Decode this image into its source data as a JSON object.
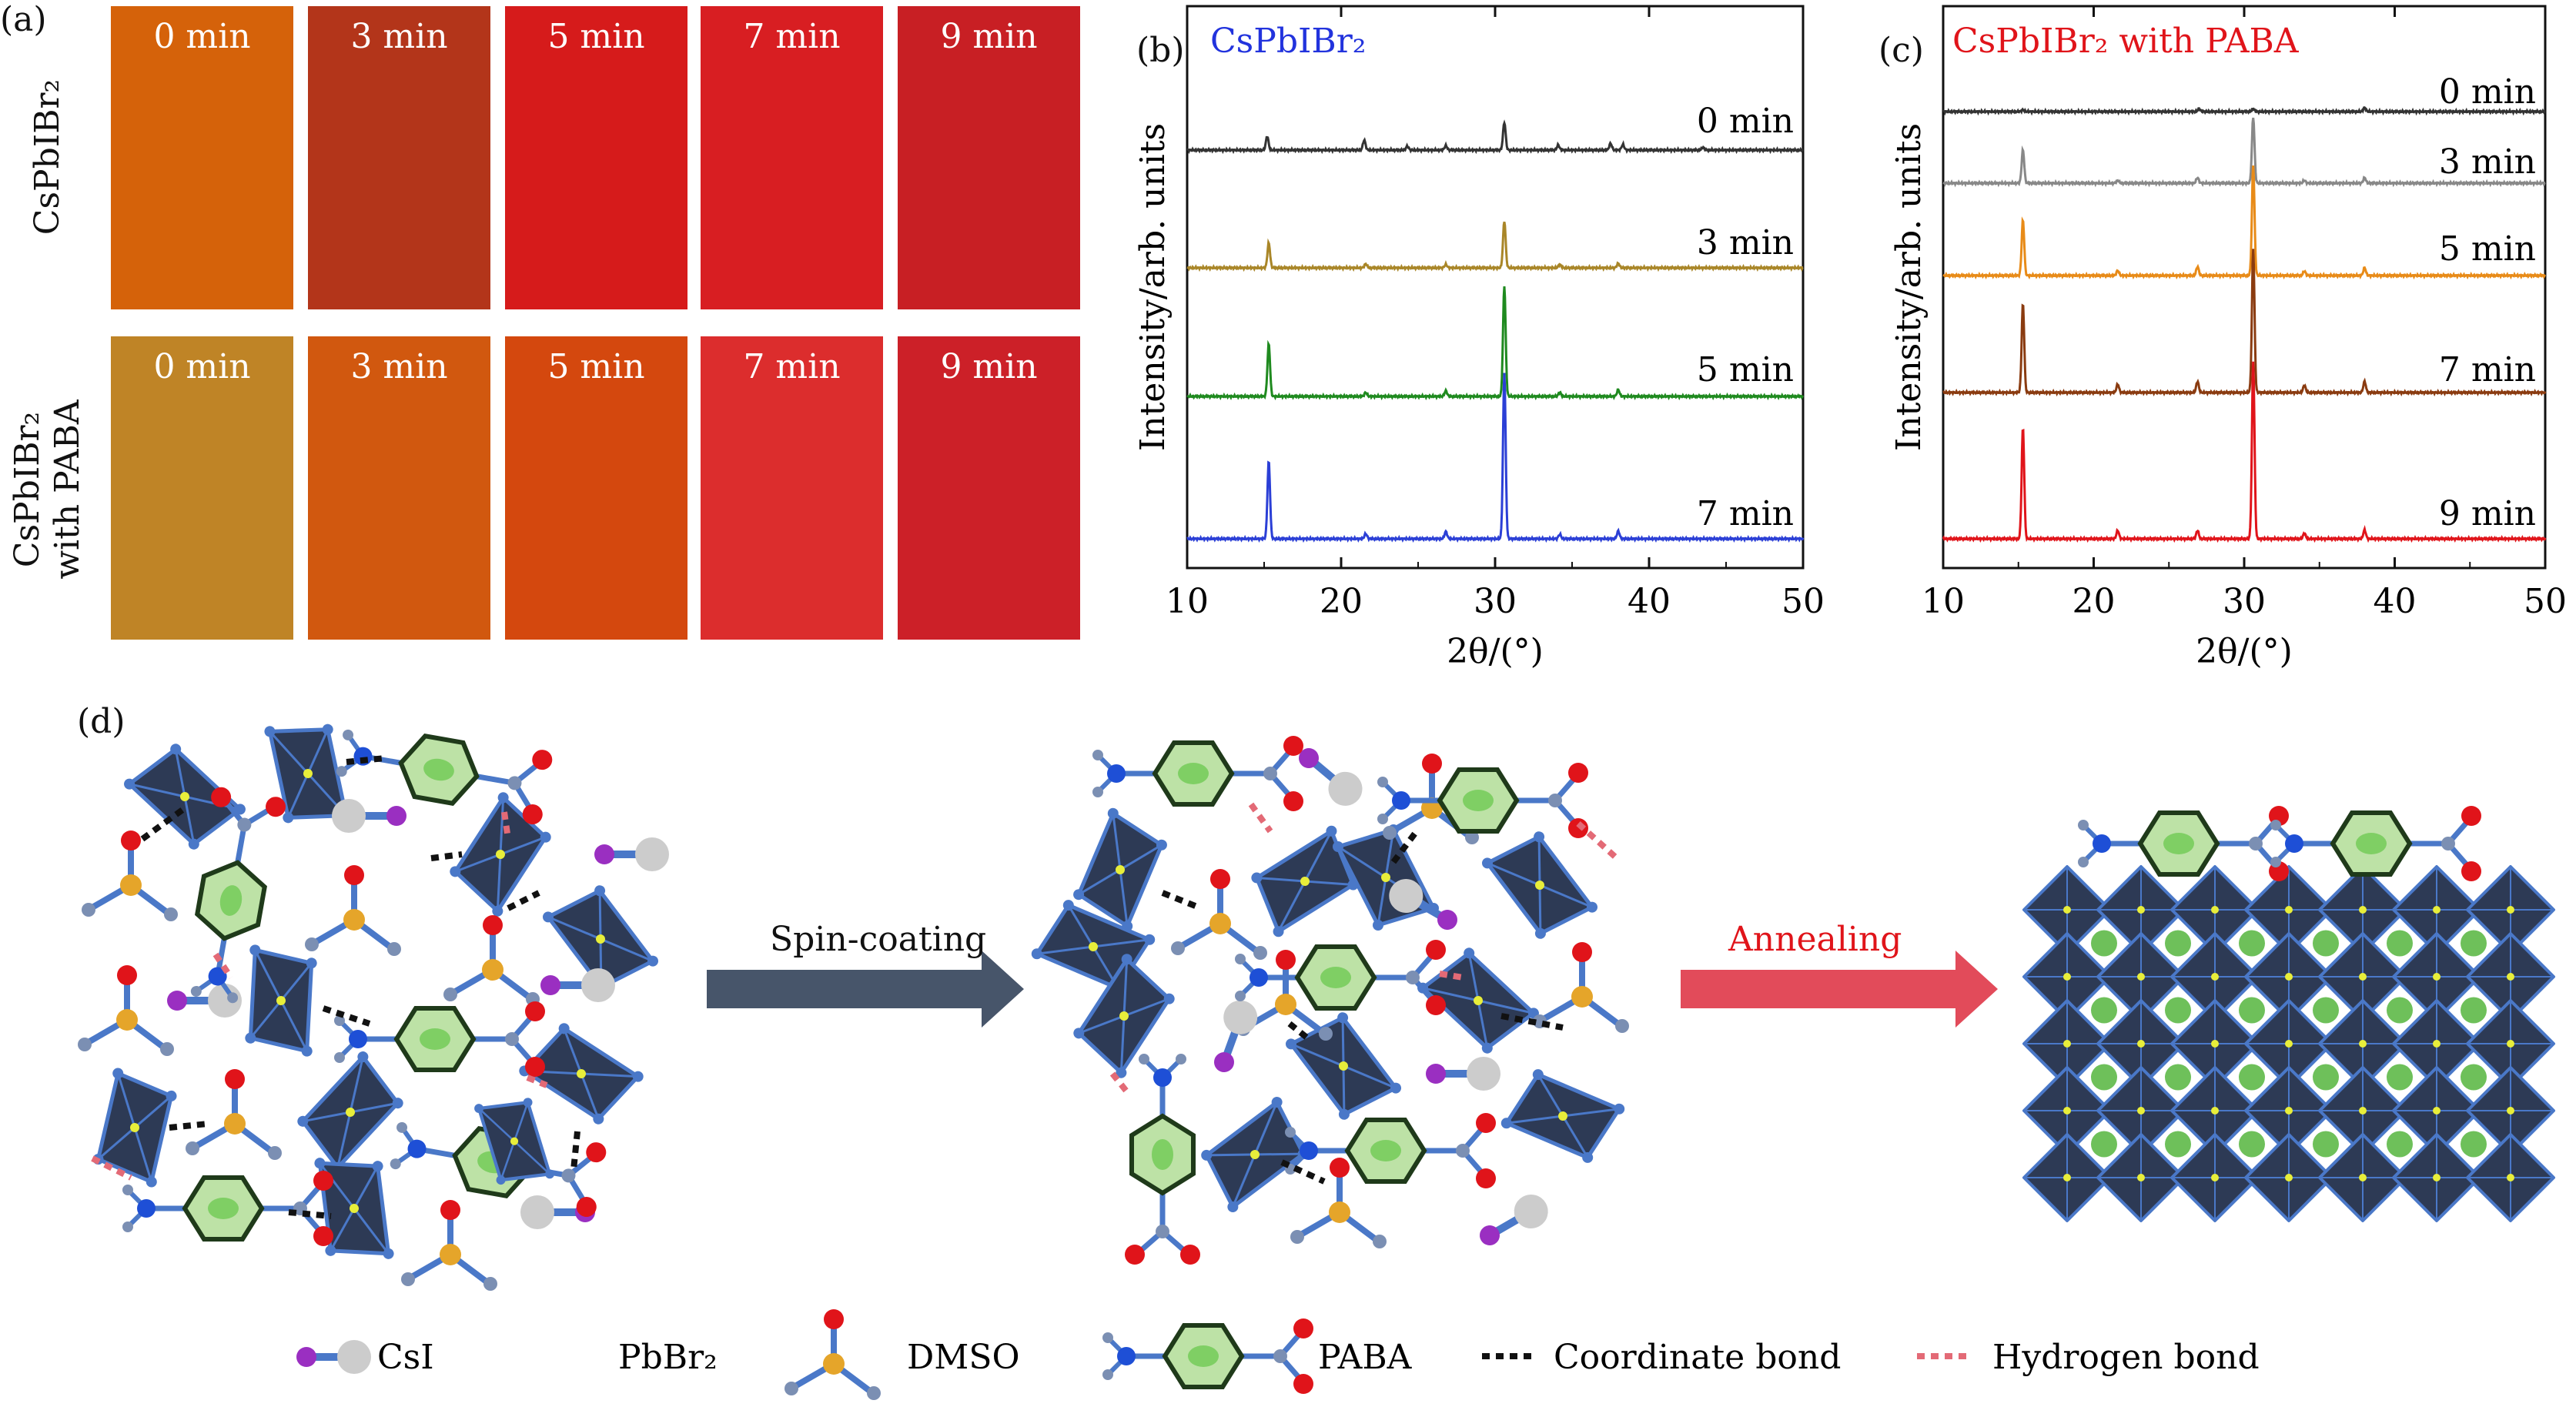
{
  "panel_labels": {
    "a": "(a)",
    "b": "(b)",
    "c": "(c)",
    "d": "(d)"
  },
  "panel_a": {
    "rows": [
      {
        "label_lines": [
          "CsPbIBr₂"
        ],
        "tiles": [
          {
            "time": "0 min",
            "color": "#d5620a"
          },
          {
            "time": "3 min",
            "color": "#b3351a"
          },
          {
            "time": "5 min",
            "color": "#d61b1b"
          },
          {
            "time": "7 min",
            "color": "#d81e22"
          },
          {
            "time": "9 min",
            "color": "#c81f24"
          }
        ]
      },
      {
        "label_lines": [
          "CsPbIBr₂",
          "with PABA"
        ],
        "tiles": [
          {
            "time": "0 min",
            "color": "#bf8426"
          },
          {
            "time": "3 min",
            "color": "#d1580f"
          },
          {
            "time": "5 min",
            "color": "#d4480e"
          },
          {
            "time": "7 min",
            "color": "#dc2d2d"
          },
          {
            "time": "9 min",
            "color": "#cc2028"
          }
        ]
      }
    ]
  },
  "chart_data": [
    {
      "type": "line",
      "title": "CsPbIBr₂",
      "title_color": "#2233dd",
      "xlabel": "2θ/(°)",
      "ylabel": "Intensity/arb. units",
      "xlim": [
        10,
        50
      ],
      "xticks": [
        10,
        20,
        30,
        40,
        50
      ],
      "series": [
        {
          "name": "0 min",
          "color": "#333333",
          "peaks": [
            [
              15.2,
              0.25
            ],
            [
              21.5,
              0.18
            ],
            [
              24.3,
              0.07
            ],
            [
              26.8,
              0.08
            ],
            [
              30.6,
              0.5
            ],
            [
              34.1,
              0.09
            ],
            [
              37.5,
              0.12
            ],
            [
              38.3,
              0.1
            ],
            [
              43.5,
              0.05
            ]
          ]
        },
        {
          "name": "3 min",
          "color": "#a98628",
          "peaks": [
            [
              15.3,
              0.45
            ],
            [
              21.6,
              0.07
            ],
            [
              26.8,
              0.06
            ],
            [
              30.6,
              0.85
            ],
            [
              34.2,
              0.06
            ],
            [
              38.0,
              0.08
            ]
          ]
        },
        {
          "name": "5 min",
          "color": "#1f8a1f",
          "peaks": [
            [
              15.3,
              0.95
            ],
            [
              21.6,
              0.07
            ],
            [
              26.8,
              0.1
            ],
            [
              30.6,
              2.0
            ],
            [
              34.2,
              0.07
            ],
            [
              38.0,
              0.12
            ]
          ]
        },
        {
          "name": "7 min",
          "color": "#2b3fd6",
          "peaks": [
            [
              15.3,
              1.4
            ],
            [
              21.6,
              0.09
            ],
            [
              26.8,
              0.13
            ],
            [
              30.6,
              3.0
            ],
            [
              34.2,
              0.08
            ],
            [
              38.0,
              0.14
            ]
          ]
        }
      ]
    },
    {
      "type": "line",
      "title": "CsPbIBr₂ with PABA",
      "title_color": "#e0141a",
      "xlabel": "2θ/(°)",
      "ylabel": "Intensity/arb. units",
      "xlim": [
        10,
        50
      ],
      "xticks": [
        10,
        20,
        30,
        40,
        50
      ],
      "series": [
        {
          "name": "0 min",
          "color": "#333333",
          "peaks": [
            [
              15.3,
              0.03
            ],
            [
              27.0,
              0.05
            ],
            [
              30.6,
              0.05
            ],
            [
              38.0,
              0.07
            ]
          ]
        },
        {
          "name": "3 min",
          "color": "#888888",
          "peaks": [
            [
              15.3,
              0.6
            ],
            [
              21.6,
              0.05
            ],
            [
              26.9,
              0.1
            ],
            [
              30.6,
              1.2
            ],
            [
              34.0,
              0.05
            ],
            [
              38.0,
              0.1
            ]
          ]
        },
        {
          "name": "5 min",
          "color": "#e88b18",
          "peaks": [
            [
              15.3,
              1.0
            ],
            [
              21.6,
              0.09
            ],
            [
              26.9,
              0.16
            ],
            [
              30.6,
              2.0
            ],
            [
              34.0,
              0.08
            ],
            [
              38.0,
              0.14
            ]
          ]
        },
        {
          "name": "7 min",
          "color": "#8a3b10",
          "peaks": [
            [
              15.3,
              1.6
            ],
            [
              21.6,
              0.15
            ],
            [
              26.9,
              0.2
            ],
            [
              30.6,
              2.6
            ],
            [
              34.0,
              0.13
            ],
            [
              38.0,
              0.2
            ]
          ]
        },
        {
          "name": "9 min",
          "color": "#e0141a",
          "peaks": [
            [
              15.3,
              2.0
            ],
            [
              21.6,
              0.15
            ],
            [
              26.9,
              0.15
            ],
            [
              30.6,
              3.2
            ],
            [
              34.0,
              0.1
            ],
            [
              38.0,
              0.16
            ]
          ]
        }
      ]
    }
  ],
  "panel_d": {
    "spin_coating": "Spin-coating",
    "annealing": "Annealing",
    "colors": {
      "octahedron": "#2d3a55",
      "edge": "#4a78c8",
      "arrow_dark": "#47556a",
      "arrow_red": "#e24b5a",
      "label_red": "#e0141a",
      "benzene": "#bde2a6",
      "hbond": "#e36a76",
      "cs": "#cccccc",
      "iodine": "#9a2fc1",
      "sulfur": "#e5a52a",
      "oxygen": "#e0141a",
      "nitrogen": "#1e4fd6",
      "carbon": "#7b8fb3"
    },
    "legend": [
      {
        "icon": "csi-icon",
        "label": "CsI"
      },
      {
        "icon": "octahedron-icon",
        "label": "PbBr₂"
      },
      {
        "icon": "dmso-icon",
        "label": "DMSO"
      },
      {
        "icon": "paba-icon",
        "label": "PABA"
      },
      {
        "icon": "coordinate-bond-icon",
        "label": "Coordinate bond"
      },
      {
        "icon": "hydrogen-bond-icon",
        "label": "Hydrogen bond"
      }
    ]
  }
}
